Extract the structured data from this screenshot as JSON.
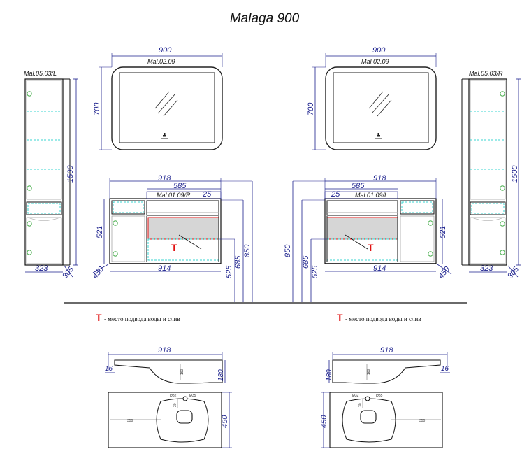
{
  "title": "Malaga 900",
  "left_set": {
    "mirror": {
      "width": "900",
      "height": "700",
      "code": "Mal.02.09"
    },
    "column": {
      "code": "Mal.05.03/L",
      "height": "1500",
      "width": "323",
      "depth": "305"
    },
    "cabinet": {
      "overall_width": "918",
      "basin_width": "585",
      "offset": "25",
      "code": "Mal.01.09/R",
      "height": "521",
      "depth": "450",
      "base_width": "914",
      "h_525": "525",
      "h_685": "685",
      "h_850": "850"
    },
    "basin_top": {
      "width": "918",
      "thickness": "16",
      "height": "180",
      "inner": "160"
    },
    "basin_plan": {
      "depth": "450",
      "dia1": "Ø32",
      "dia2": "Ø35",
      "offset": "350",
      "small": "30"
    },
    "legend": {
      "mark": "T",
      "text": "- место подвода воды и слив"
    }
  },
  "right_set": {
    "mirror": {
      "width": "900",
      "height": "700",
      "code": "Mal.02.09"
    },
    "column": {
      "code": "Mal.05.03/R",
      "height": "1500",
      "width": "323",
      "depth": "305"
    },
    "cabinet": {
      "overall_width": "918",
      "basin_width": "585",
      "offset": "25",
      "code": "Mal.01.09/L",
      "height": "521",
      "depth": "450",
      "base_width": "914",
      "h_525": "525",
      "h_685": "685",
      "h_850": "850"
    },
    "basin_top": {
      "width": "918",
      "thickness": "16",
      "height": "180",
      "inner": "160"
    },
    "basin_plan": {
      "depth": "450",
      "dia1": "Ø32",
      "dia2": "Ø35",
      "offset": "350",
      "small": "30"
    },
    "legend": {
      "mark": "T",
      "text": "- место подвода воды и слив"
    }
  },
  "colors": {
    "dimension": "#1a1f8c",
    "water_mark": "#e01010",
    "led": "#38d6d0",
    "panel": "#d6d6d6"
  }
}
